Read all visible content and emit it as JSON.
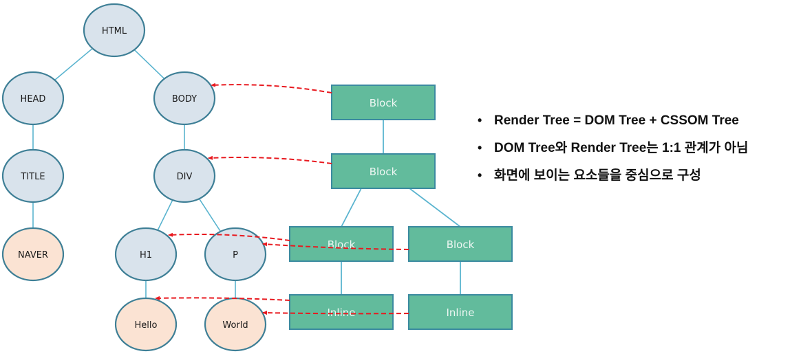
{
  "colors": {
    "dom_node_fill": "#d9e3ec",
    "text_node_fill": "#fbe3d3",
    "node_stroke": "#3e7f96",
    "edge": "#5ab4cf",
    "render_box_fill": "#62bb9c",
    "render_box_stroke": "#3b8aa0",
    "arrow": "#e8191f"
  },
  "dom_tree": {
    "nodes": [
      {
        "id": "html",
        "label": "HTML",
        "kind": "element"
      },
      {
        "id": "head",
        "label": "HEAD",
        "kind": "element"
      },
      {
        "id": "body",
        "label": "BODY",
        "kind": "element"
      },
      {
        "id": "title",
        "label": "TITLE",
        "kind": "element"
      },
      {
        "id": "naver",
        "label": "NAVER",
        "kind": "text"
      },
      {
        "id": "div",
        "label": "DIV",
        "kind": "element"
      },
      {
        "id": "h1",
        "label": "H1",
        "kind": "element"
      },
      {
        "id": "p",
        "label": "P",
        "kind": "element"
      },
      {
        "id": "hello",
        "label": "Hello",
        "kind": "text"
      },
      {
        "id": "world",
        "label": "World",
        "kind": "text"
      }
    ],
    "edges": [
      [
        "html",
        "head"
      ],
      [
        "html",
        "body"
      ],
      [
        "head",
        "title"
      ],
      [
        "title",
        "naver"
      ],
      [
        "body",
        "div"
      ],
      [
        "div",
        "h1"
      ],
      [
        "div",
        "p"
      ],
      [
        "h1",
        "hello"
      ],
      [
        "p",
        "world"
      ]
    ]
  },
  "render_tree": {
    "nodes": [
      {
        "id": "r_body",
        "label": "Block"
      },
      {
        "id": "r_div",
        "label": "Block"
      },
      {
        "id": "r_h1",
        "label": "Block"
      },
      {
        "id": "r_p",
        "label": "Block"
      },
      {
        "id": "r_hello",
        "label": "Inline"
      },
      {
        "id": "r_world",
        "label": "Inline"
      }
    ],
    "edges": [
      [
        "r_body",
        "r_div"
      ],
      [
        "r_div",
        "r_h1"
      ],
      [
        "r_div",
        "r_p"
      ],
      [
        "r_h1",
        "r_hello"
      ],
      [
        "r_p",
        "r_world"
      ]
    ]
  },
  "mappings": [
    {
      "from": "r_body",
      "to": "body"
    },
    {
      "from": "r_div",
      "to": "div"
    },
    {
      "from": "r_h1",
      "to": "h1"
    },
    {
      "from": "r_p",
      "to": "p"
    },
    {
      "from": "r_hello",
      "to": "hello"
    },
    {
      "from": "r_world",
      "to": "world"
    }
  ],
  "bullets": [
    "Render Tree = DOM Tree + CSSOM Tree",
    "DOM Tree와 Render Tree는 1:1 관계가 아님",
    "화면에 보이는 요소들을 중심으로 구성"
  ],
  "bullet_glyph": "•"
}
